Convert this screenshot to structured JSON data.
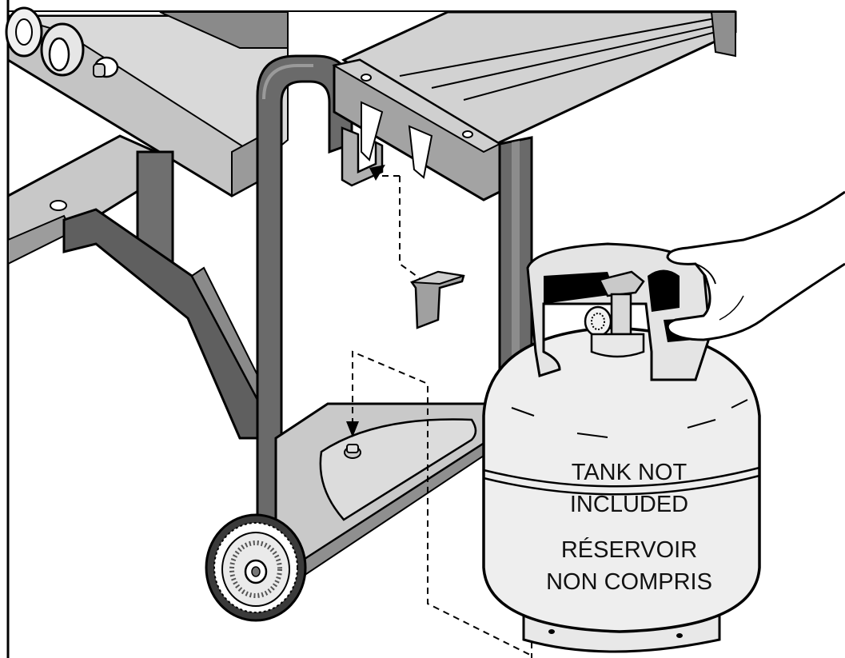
{
  "tank_label": {
    "en_line1": "TANK NOT",
    "en_line2": "INCLUDED",
    "fr_line1": "RÉSERVOIR",
    "fr_line2": "NON COMPRIS"
  },
  "colors": {
    "line": "#000000",
    "frame_dark": "#5a5a5a",
    "frame_mid": "#8c8c8c",
    "panel_light": "#bdbdbd",
    "shelf": "#d3d3d3",
    "tank_fill": "#e8e8e8",
    "background": "#ffffff"
  }
}
